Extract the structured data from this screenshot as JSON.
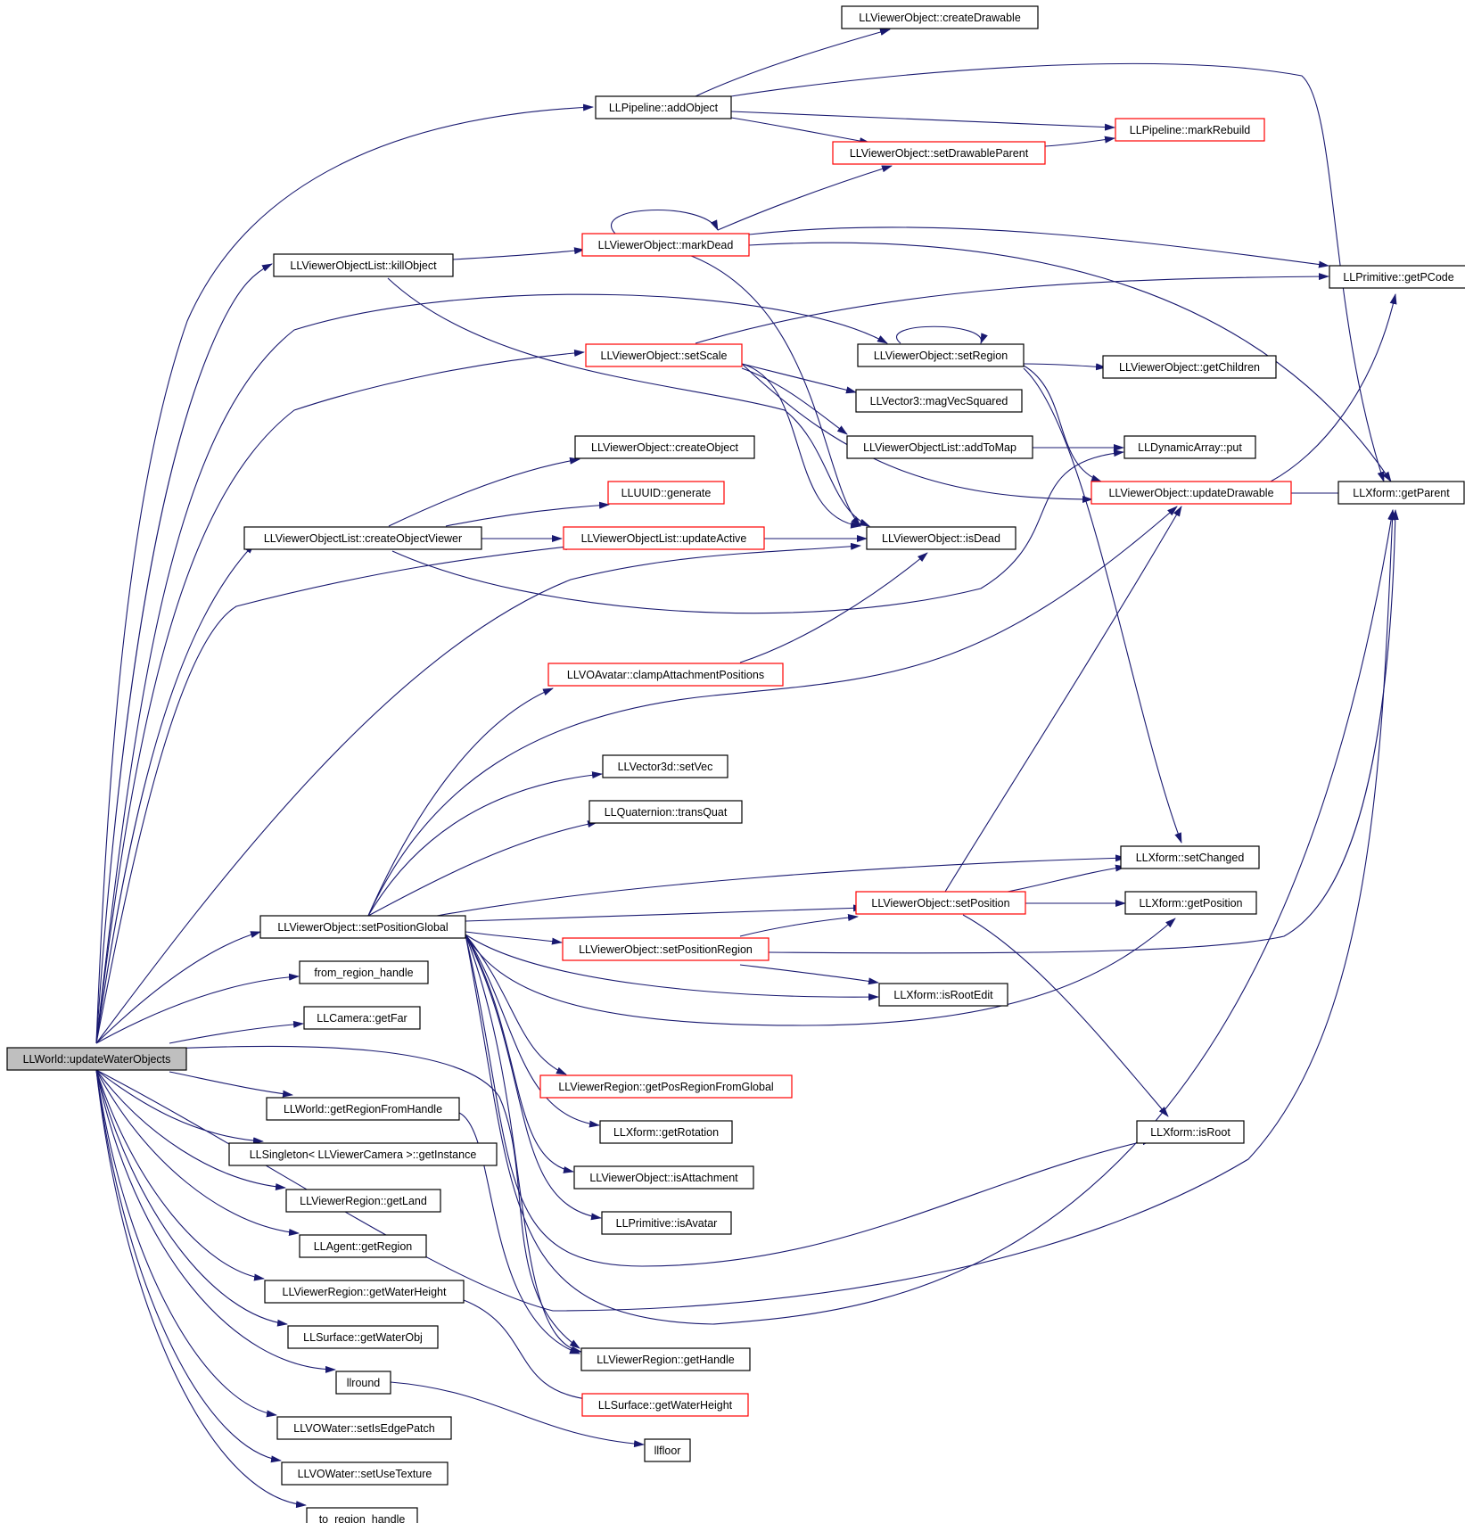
{
  "colors": {
    "edge": "#191970",
    "normal_border": "#000000",
    "incomplete_border": "#ff0000",
    "root_fill": "#bfbfbf",
    "node_fill": "#ffffff"
  },
  "nodes": [
    {
      "id": "updateWaterObjects",
      "label": "LLWorld::updateWaterObjects",
      "kind": "root"
    },
    {
      "id": "createDrawable",
      "label": "LLViewerObject::createDrawable",
      "kind": "normal"
    },
    {
      "id": "addObject",
      "label": "LLPipeline::addObject",
      "kind": "normal"
    },
    {
      "id": "markRebuild",
      "label": "LLPipeline::markRebuild",
      "kind": "incomplete"
    },
    {
      "id": "setDrawableParent",
      "label": "LLViewerObject::setDrawableParent",
      "kind": "incomplete"
    },
    {
      "id": "markDead",
      "label": "LLViewerObject::markDead",
      "kind": "incomplete"
    },
    {
      "id": "killObject",
      "label": "LLViewerObjectList::killObject",
      "kind": "normal"
    },
    {
      "id": "getPCode",
      "label": "LLPrimitive::getPCode",
      "kind": "normal"
    },
    {
      "id": "setScale",
      "label": "LLViewerObject::setScale",
      "kind": "incomplete"
    },
    {
      "id": "setRegion",
      "label": "LLViewerObject::setRegion",
      "kind": "normal"
    },
    {
      "id": "getChildren",
      "label": "LLViewerObject::getChildren",
      "kind": "normal"
    },
    {
      "id": "magVecSquared",
      "label": "LLVector3::magVecSquared",
      "kind": "normal"
    },
    {
      "id": "addToMap",
      "label": "LLViewerObjectList::addToMap",
      "kind": "normal"
    },
    {
      "id": "put",
      "label": "LLDynamicArray::put",
      "kind": "normal"
    },
    {
      "id": "createObject",
      "label": "LLViewerObject::createObject",
      "kind": "normal"
    },
    {
      "id": "generate",
      "label": "LLUUID::generate",
      "kind": "incomplete"
    },
    {
      "id": "updateDrawable",
      "label": "LLViewerObject::updateDrawable",
      "kind": "incomplete"
    },
    {
      "id": "getParent",
      "label": "LLXform::getParent",
      "kind": "normal"
    },
    {
      "id": "createObjectViewer",
      "label": "LLViewerObjectList::createObjectViewer",
      "kind": "normal"
    },
    {
      "id": "updateActive",
      "label": "LLViewerObjectList::updateActive",
      "kind": "incomplete"
    },
    {
      "id": "isDead",
      "label": "LLViewerObject::isDead",
      "kind": "normal"
    },
    {
      "id": "clampAttachmentPositions",
      "label": "LLVOAvatar::clampAttachmentPositions",
      "kind": "incomplete"
    },
    {
      "id": "setVec",
      "label": "LLVector3d::setVec",
      "kind": "normal"
    },
    {
      "id": "transQuat",
      "label": "LLQuaternion::transQuat",
      "kind": "normal"
    },
    {
      "id": "setChanged",
      "label": "LLXform::setChanged",
      "kind": "normal"
    },
    {
      "id": "setPosition",
      "label": "LLViewerObject::setPosition",
      "kind": "incomplete"
    },
    {
      "id": "getPosition",
      "label": "LLXform::getPosition",
      "kind": "normal"
    },
    {
      "id": "setPositionGlobal",
      "label": "LLViewerObject::setPositionGlobal",
      "kind": "normal"
    },
    {
      "id": "setPositionRegion",
      "label": "LLViewerObject::setPositionRegion",
      "kind": "incomplete"
    },
    {
      "id": "from_region_handle",
      "label": "from_region_handle",
      "kind": "normal"
    },
    {
      "id": "isRootEdit",
      "label": "LLXform::isRootEdit",
      "kind": "normal"
    },
    {
      "id": "getFar",
      "label": "LLCamera::getFar",
      "kind": "normal"
    },
    {
      "id": "getPosRegionFromGlobal",
      "label": "LLViewerRegion::getPosRegionFromGlobal",
      "kind": "incomplete"
    },
    {
      "id": "getRegionFromHandle",
      "label": "LLWorld::getRegionFromHandle",
      "kind": "normal"
    },
    {
      "id": "getRotation",
      "label": "LLXform::getRotation",
      "kind": "normal"
    },
    {
      "id": "isRoot",
      "label": "LLXform::isRoot",
      "kind": "normal"
    },
    {
      "id": "getInstance",
      "label": "LLSingleton< LLViewerCamera >::getInstance",
      "kind": "normal"
    },
    {
      "id": "isAttachment",
      "label": "LLViewerObject::isAttachment",
      "kind": "normal"
    },
    {
      "id": "getLand",
      "label": "LLViewerRegion::getLand",
      "kind": "normal"
    },
    {
      "id": "isAvatar",
      "label": "LLPrimitive::isAvatar",
      "kind": "normal"
    },
    {
      "id": "getRegion",
      "label": "LLAgent::getRegion",
      "kind": "normal"
    },
    {
      "id": "getWaterHeightRegion",
      "label": "LLViewerRegion::getWaterHeight",
      "kind": "normal"
    },
    {
      "id": "getWaterObj",
      "label": "LLSurface::getWaterObj",
      "kind": "normal"
    },
    {
      "id": "getHandle",
      "label": "LLViewerRegion::getHandle",
      "kind": "normal"
    },
    {
      "id": "llround",
      "label": "llround",
      "kind": "normal"
    },
    {
      "id": "getWaterHeightSurface",
      "label": "LLSurface::getWaterHeight",
      "kind": "incomplete"
    },
    {
      "id": "llfloor",
      "label": "llfloor",
      "kind": "normal"
    },
    {
      "id": "setIsEdgePatch",
      "label": "LLVOWater::setIsEdgePatch",
      "kind": "normal"
    },
    {
      "id": "setUseTexture",
      "label": "LLVOWater::setUseTexture",
      "kind": "normal"
    },
    {
      "id": "to_region_handle",
      "label": "to_region_handle",
      "kind": "normal"
    }
  ]
}
